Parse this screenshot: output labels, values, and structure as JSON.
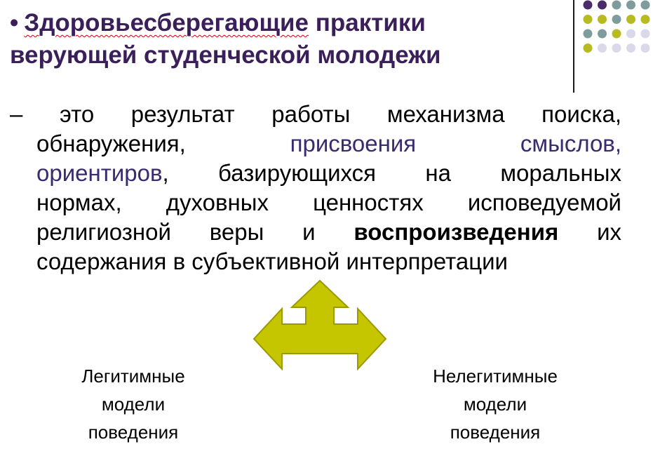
{
  "title": {
    "bullet": "•",
    "line1_word1": "Здоровьесберегающие",
    "line1_word2": "практики",
    "line2": "верующей студенческой молодежи",
    "color": "#3b1f5a"
  },
  "decor": {
    "dots": [
      [
        "#4a2c6b",
        "#4a2c6b",
        "#7f9c9c",
        "#7f9c9c",
        "#7f9c9c"
      ],
      [
        "#b7bb1f",
        "#b7bb1f",
        "#7f9c9c",
        "#b7bb1f",
        "#b7bb1f"
      ],
      [
        "#7f9c9c",
        "#7f9c9c",
        "#b7bb1f",
        "#d9d9ea",
        "#d9d9ea"
      ],
      [
        "#b7bb1f",
        "#d9d9ea",
        "#d9d9ea",
        "#d9d9ea",
        "#d9d9ea"
      ]
    ]
  },
  "definition": {
    "row1": "– это результат работы механизма поиска,",
    "row2_plain": "обнаружения,",
    "row2_accent": "присвоения смыслов,",
    "row3_accent": "ориентиров",
    "row3_plain": ", базирующихся на моральных",
    "row4": "нормах, духовных ценностях исповедуемой",
    "row5_plain_a": "религиозной веры и",
    "row5_bold": "воспроизведения",
    "row5_plain_b": "их",
    "row6": "содержания в субъективной интерпретации",
    "accent_color": "#3a2a6e"
  },
  "arrow": {
    "fill": "#c5c500",
    "stroke": "#9a9a00"
  },
  "labels": {
    "left": [
      "Легитимные",
      "модели",
      "поведения"
    ],
    "right": [
      "Нелегитимные",
      "модели",
      "поведения"
    ]
  }
}
